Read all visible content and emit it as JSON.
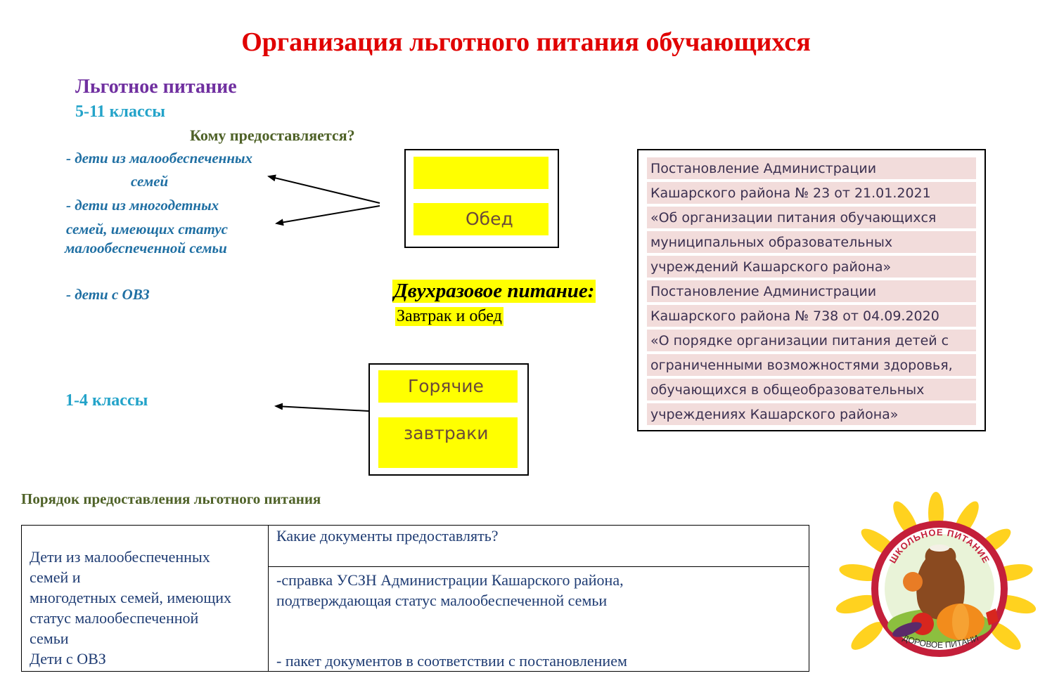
{
  "title": "Организация льготного питания обучающихся",
  "subtitle": "Льготное питание",
  "grades_upper": "5-11 классы",
  "who_question": "Кому предоставляется?",
  "beneficiaries": {
    "line1": "- дети из малообеспеченных",
    "line2": "семей",
    "line3": "- дети из многодетных",
    "line4": "семей, имеющих статус",
    "line5": "малообеспеченной семьи",
    "line6": "- дети с ОВЗ"
  },
  "upper_box": {
    "bar1": "",
    "bar2": "Обед"
  },
  "two_meals": {
    "heading": "Двухразовое питание:",
    "description": "Завтрак и обед"
  },
  "grades_lower": "1-4 классы",
  "lower_box": {
    "bar1": "Горячие",
    "bar2": "завтраки"
  },
  "documents": [
    "Постановление Администрации",
    "Кашарского района № 23 от 21.01.2021",
    "«Об организации питания обучающихся",
    "муниципальных образовательных",
    "учреждений Кашарского района»",
    "Постановление Администрации",
    "Кашарского района № 738 от 04.09.2020",
    "«О порядке организации питания детей с",
    "ограниченными возможностями здоровья,",
    "обучающихся в общеобразовательных",
    "учреждениях Кашарского района»"
  ],
  "order_heading": "Порядок предоставления льготного питания",
  "table": {
    "left_lines": [
      "Дети из малообеспеченных",
      "семей и",
      "многодетных семей, имеющих",
      "статус малообеспеченной",
      "семьи",
      "Дети с ОВЗ"
    ],
    "question": "Какие документы предоставлять?",
    "answer_line1": "-справка УСЗН Администрации Кашарского района,",
    "answer_line2": "подтверждающая статус малообеспеченной семьи",
    "answer_line3": "- пакет документов в соответствии с постановлением"
  },
  "logo": {
    "top_text": "ШКОЛЬНОЕ ПИТАНИЕ",
    "bottom_text": "ЗДОРОВОЕ ПИТАНИЕ"
  },
  "colors": {
    "title": "#e00000",
    "subtitle": "#7030a0",
    "grade": "#23a3c9",
    "highlight": "#ffff00",
    "document_bg": "#f2dcdb"
  }
}
